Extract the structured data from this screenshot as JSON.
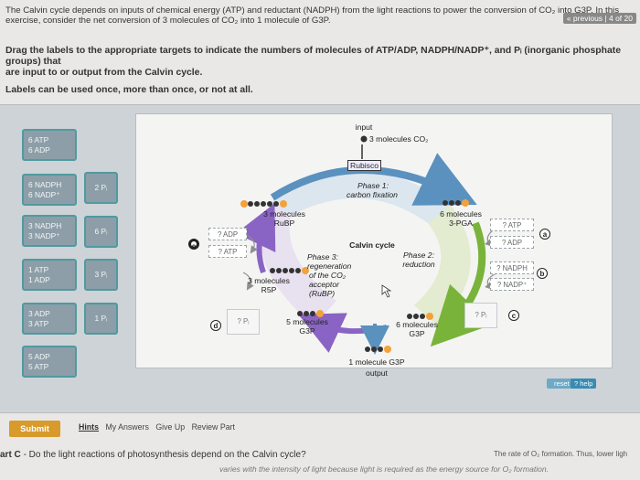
{
  "intro": {
    "line1": "The Calvin cycle depends on inputs of chemical energy (ATP) and reductant (NADPH) from the light reactions to power the conversion of CO₂ into G3P. In this",
    "line2": "exercise, consider the net conversion of 3 molecules of CO₂ into 1 molecule of G3P."
  },
  "nav": {
    "previous": "« previous | 4 of 20"
  },
  "instructions": {
    "line1": "Drag the labels to the appropriate targets to indicate the numbers of molecules of ATP/ADP, NADPH/NADP⁺, and Pᵢ (inorganic phosphate groups) that",
    "line2": "are input to or output from the Calvin cycle.",
    "note": "Labels can be used once, more than once, or not at all."
  },
  "labels": [
    {
      "line1": "6 ATP",
      "line2": "6 ADP"
    },
    {
      "line1": "6 NADPH",
      "line2": "6 NADP⁺"
    },
    {
      "line1": "3 NADPH",
      "line2": "3 NADP⁺"
    },
    {
      "line1": "1 ATP",
      "line2": "1 ADP"
    },
    {
      "line1": "3 ADP",
      "line2": "3 ATP"
    },
    {
      "line1": "5 ADP",
      "line2": "5 ATP"
    }
  ],
  "pi_labels": [
    "2 Pᵢ",
    "6 Pᵢ",
    "3 Pᵢ",
    "1 Pᵢ"
  ],
  "diagram": {
    "input_label": "input",
    "input_value": "3 molecules CO₂",
    "rubisco": "Rubisco",
    "phase1": "Phase 1:",
    "phase1_name": "carbon fixation",
    "rubp_left": "3 molecules",
    "rubp_left_2": "RuBP",
    "pga": "6 molecules",
    "pga_2": "3-PGA",
    "calvin": "Calvin cycle",
    "phase3": "Phase 3:",
    "phase3_l2": "regeneration",
    "phase3_l3": "of the CO₂",
    "phase3_l4": "acceptor",
    "phase3_l5": "(RuBP)",
    "phase2": "Phase 2:",
    "phase2_l2": "reduction",
    "rsp": "3 molecules",
    "rsp_2": "R5P",
    "g3p5": "5 molecules",
    "g3p5_2": "G3P",
    "g3p6": "6 molecules",
    "g3p6_2": "G3P",
    "output_mol": "1 molecule G3P",
    "output_label": "output"
  },
  "targets": {
    "adp_left": "? ADP",
    "atp_left": "? ATP",
    "pi_left": "? Pᵢ",
    "atp_right": "? ATP",
    "adp_right": "? ADP",
    "nadph_right": "? NADPH",
    "nadp_right": "? NADP⁺",
    "pi_right": "? Pᵢ"
  },
  "markers": {
    "a": "a",
    "b": "b",
    "c": "c",
    "d": "d",
    "e": "e"
  },
  "buttons": {
    "reset": "reset",
    "help": "? help",
    "submit": "Submit"
  },
  "links": [
    "Hints",
    "My Answers",
    "Give Up",
    "Review Part"
  ],
  "partc": {
    "prefix": "art C",
    "text": " - Do the light reactions of photosynthesis depend on the Calvin cycle?",
    "tail": "The rate of O₂ formation. Thus, lower ligh",
    "line2": "varies with the intensity of light because light is required as the energy source for O₂ formation."
  },
  "colors": {
    "arrow_blue": "#5b91be",
    "arrow_green": "#79b33a",
    "arrow_purple": "#8a64c4",
    "arrow_gray": "#8f8f8f",
    "label_bg": "#8d9ea8",
    "label_border": "#4f9aa0",
    "submit": "#d79a2b"
  }
}
